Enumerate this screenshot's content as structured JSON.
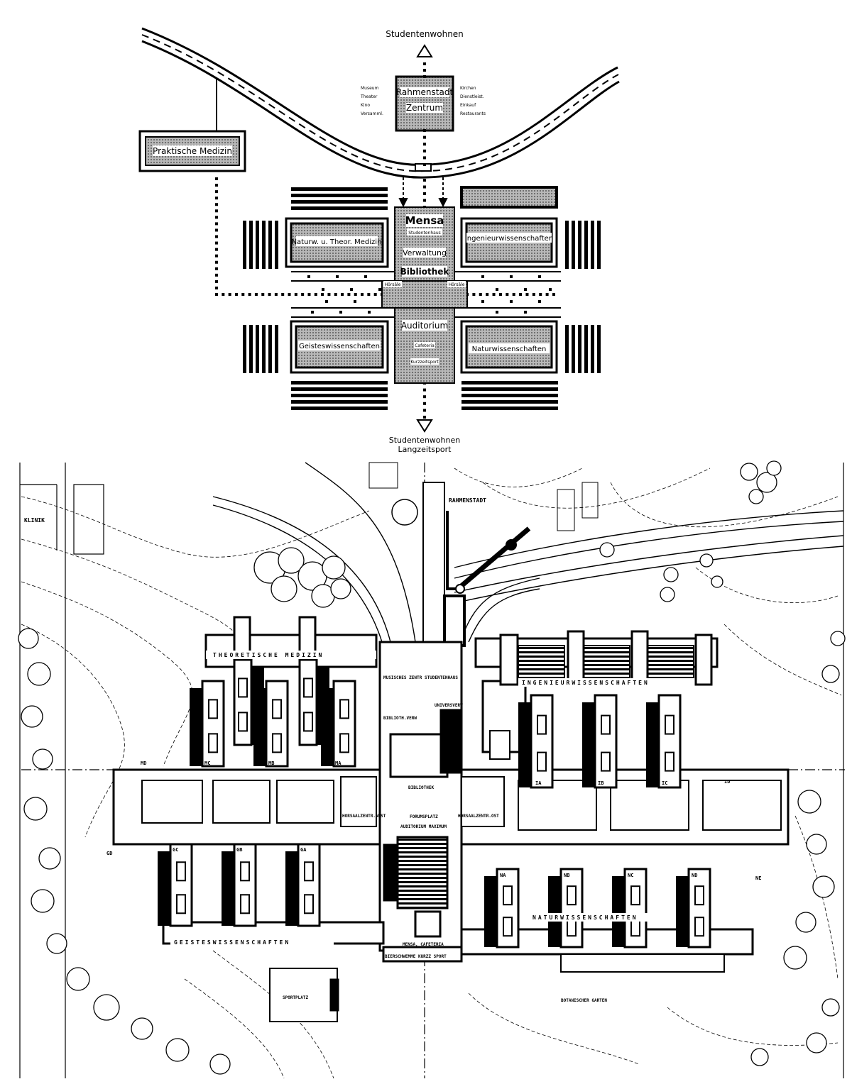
{
  "schema": {
    "top": {
      "label": "Studentenwohnen",
      "center_title_1": "Rahmenstadt",
      "center_title_2": "Zentrum",
      "left_list": [
        "Museum",
        "Theater",
        "Kino",
        "Versamml."
      ],
      "right_list": [
        "Kirchen",
        "Dienstleist.",
        "Einkauf",
        "Restaurants"
      ]
    },
    "clinic": "Praktische Medizin",
    "spine": {
      "mensa": "Mensa",
      "studentenhaus": "Studentenhaus",
      "verwaltung": "Verwaltung",
      "bibliothek": "Bibliothek",
      "hoersaele_left": "Hörsäle",
      "hoersaele_right": "Hörsäle",
      "auditorium": "Auditorium",
      "cafeteria": "Cafeteria",
      "kurzzeitsport": "Kurzzeitsport"
    },
    "faculties": {
      "top_left": "Naturw. u. Theor. Medizin",
      "top_right": "Ingenieurwissenschaften",
      "bottom_left": "Geisteswissenschaften",
      "bottom_right": "Naturwissenschaften"
    },
    "bottom": {
      "label_1": "Studentenwohnen",
      "label_2": "Langzeitsport"
    }
  },
  "plan": {
    "klinik": "KLINIK",
    "rahmenstadt": "RAHMENSTADT",
    "theoretische_medizin": "THEORETISCHE MEDIZIN",
    "musisches_zentrum": "MUSISCHES ZENTR",
    "studentenhaus": "STUDENTENHAUS",
    "univ_verw": "UNIVERSVERW",
    "bibliothek_verw": "BIBLIOTH.VERW",
    "ingenieurwissenschaften": "INGENIEURWISSENSCHAFTEN",
    "bibliothek": "BIBLIOTHEK",
    "forumsplatz": "FORUMSPLATZ",
    "hoersaal_west": "HORSAALZENTR.WEST",
    "hoersaal_ost": "HORSAALZENTR.OST",
    "auditorium_maximum": "AUDITORIUM MAXIMUM",
    "mensa_cafeteria": "MENSA, CAFETERIA",
    "bierschwemme": "BIERSCHWEMME KURZZ SPORT",
    "geisteswissenschaften": "GEISTESWISSENSCHAFTEN",
    "naturwissenschaften": "NATURWISSENSCHAFTEN",
    "sportplatz": "SPORTPLATZ",
    "botanischer_garten": "BOTANISCHER GARTEN",
    "wings": {
      "MD": "MD",
      "MC": "MC",
      "MB": "MB",
      "MA": "MA",
      "IA": "IA",
      "IB": "IB",
      "IC": "IC",
      "ID": "ID",
      "GD": "GD",
      "GC": "GC",
      "GB": "GB",
      "GA": "GA",
      "NA": "NA",
      "NB": "NB",
      "NC": "NC",
      "ND": "ND",
      "NE": "NE"
    }
  },
  "colors": {
    "ink": "#000000",
    "tone": "#9a9a9a",
    "paper": "#ffffff"
  }
}
